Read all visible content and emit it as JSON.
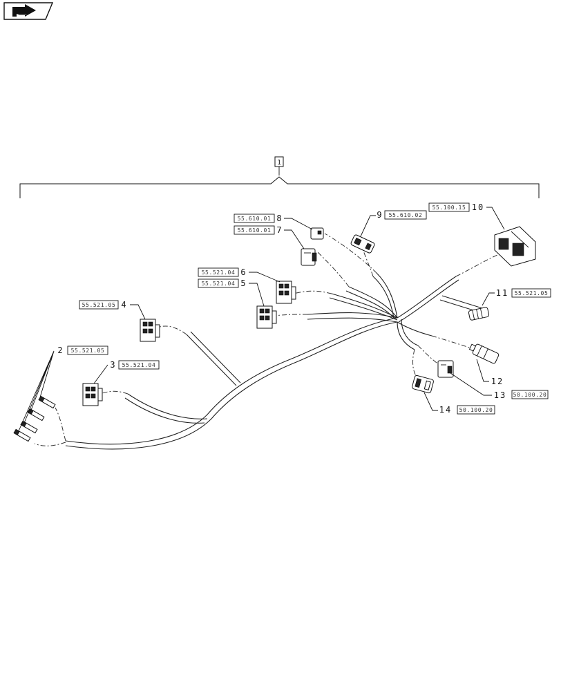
{
  "icon": "next-page-arrow-icon",
  "assembly_label": "1",
  "items": [
    {
      "num": "2",
      "ref": "55.521.05"
    },
    {
      "num": "3",
      "ref": "55.521.04"
    },
    {
      "num": "4",
      "ref": "55.521.05"
    },
    {
      "num": "5",
      "ref": "55.521.04"
    },
    {
      "num": "6",
      "ref": "55.521.04"
    },
    {
      "num": "7",
      "ref": "55.610.01"
    },
    {
      "num": "8",
      "ref": "55.610.01"
    },
    {
      "num": "9",
      "ref": "55.610.02"
    },
    {
      "num": "10",
      "ref": "55.100.15"
    },
    {
      "num": "11",
      "ref": "55.521.05"
    },
    {
      "num": "12",
      "ref": ""
    },
    {
      "num": "13",
      "ref": "50.100.20"
    },
    {
      "num": "14",
      "ref": "50.100.20"
    }
  ]
}
